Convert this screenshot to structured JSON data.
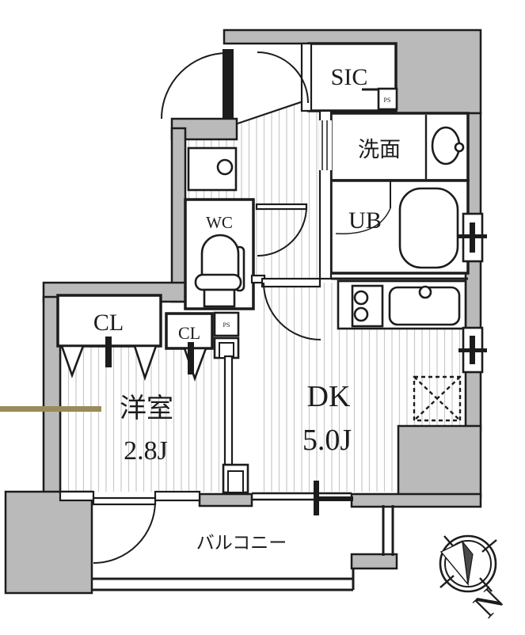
{
  "plan": {
    "rooms": {
      "entrance_closet": {
        "label": "SIC"
      },
      "washroom": {
        "label": "洗面"
      },
      "unit_bath": {
        "label": "UB"
      },
      "toilet": {
        "label": "WC"
      },
      "closet_large": {
        "label": "CL"
      },
      "closet_small": {
        "label": "CL"
      },
      "western_room": {
        "label": "洋室",
        "size": "2.8J"
      },
      "dining_kitchen": {
        "label": "DK",
        "size": "5.0J"
      },
      "balcony": {
        "label": "バルコニー"
      }
    },
    "shafts": {
      "ps_top": "PS",
      "ps_mid": "PS"
    },
    "compass": {
      "north_label": "N"
    },
    "colors": {
      "wall_fill": "#bababa",
      "line": "#1c1c1c",
      "floor_stripe": "#c9c9c9",
      "marker_line": "#9b8a59",
      "needle_dark": "#4a4a4a"
    }
  }
}
